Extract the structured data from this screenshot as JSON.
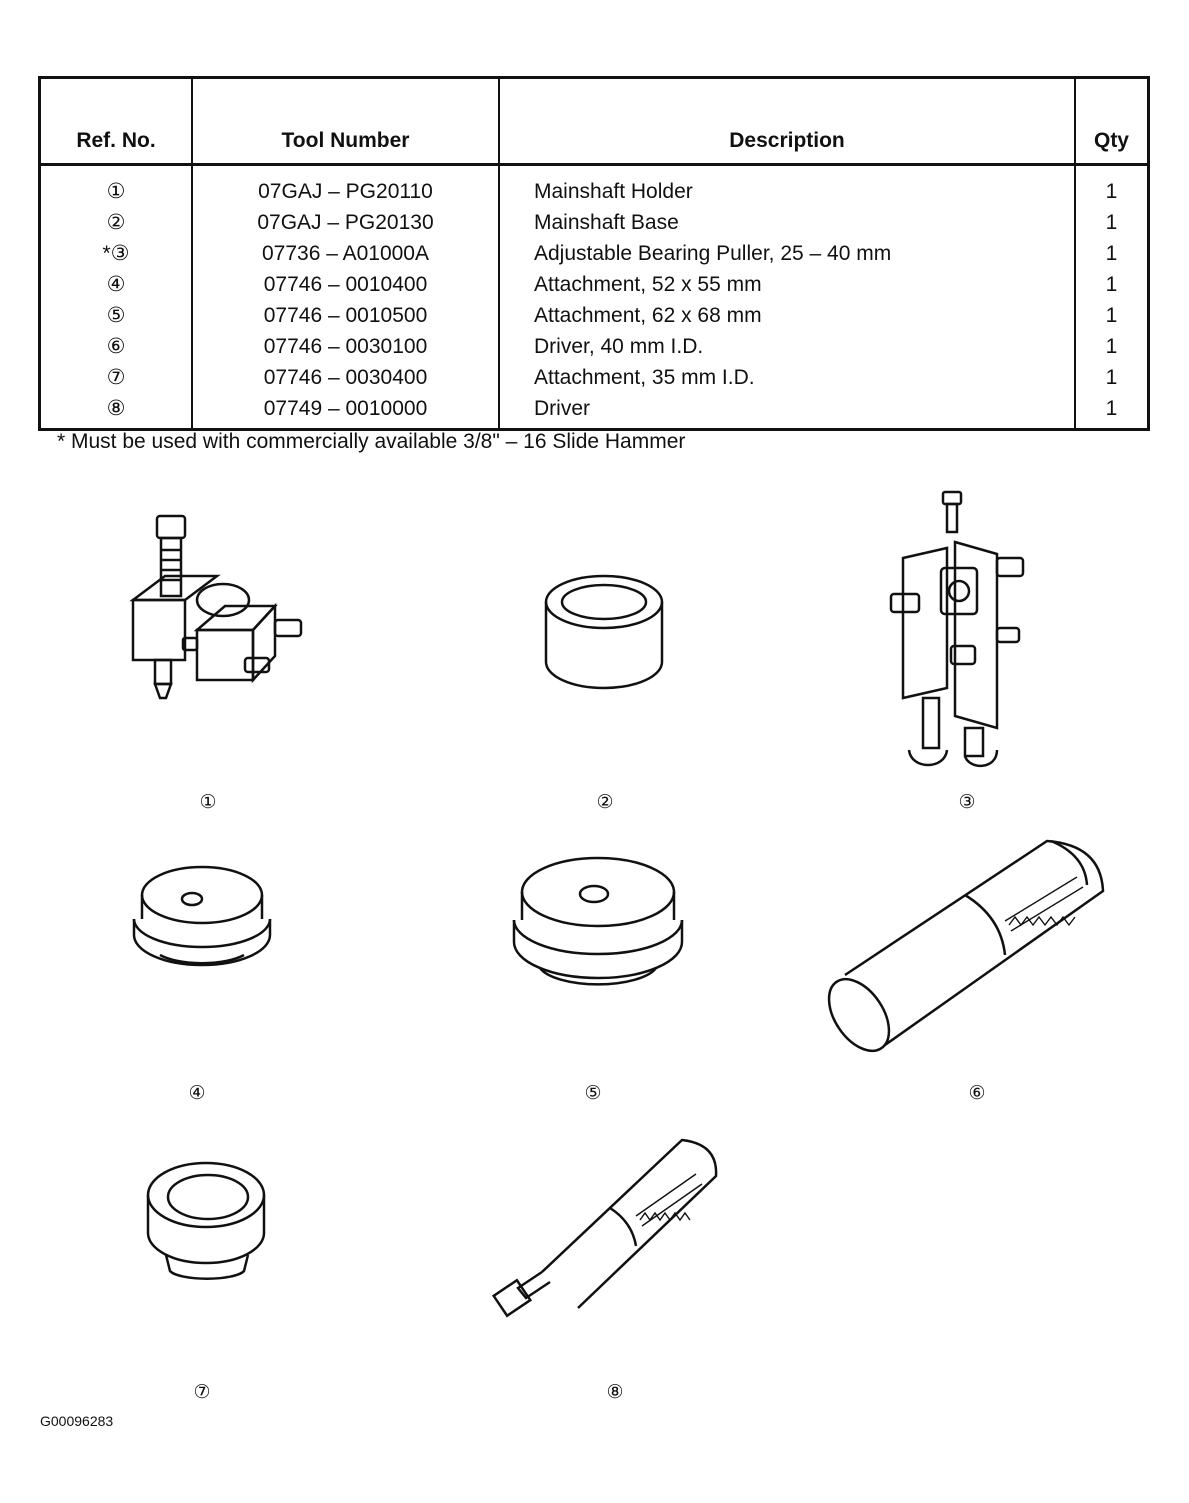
{
  "table": {
    "headers": {
      "ref": "Ref. No.",
      "tool": "Tool Number",
      "desc": "Description",
      "qty": "Qty"
    },
    "rows": [
      {
        "ref": "①",
        "tool": "07GAJ – PG20110",
        "desc": "Mainshaft Holder",
        "qty": "1"
      },
      {
        "ref": "②",
        "tool": "07GAJ – PG20130",
        "desc": "Mainshaft Base",
        "qty": "1"
      },
      {
        "ref": "*③",
        "tool": "07736 – A01000A",
        "desc": "Adjustable Bearing Puller, 25 – 40 mm",
        "qty": "1"
      },
      {
        "ref": "④",
        "tool": "07746 – 0010400",
        "desc": "Attachment, 52 x 55 mm",
        "qty": "1"
      },
      {
        "ref": "⑤",
        "tool": "07746 – 0010500",
        "desc": "Attachment, 62 x 68 mm",
        "qty": "1"
      },
      {
        "ref": "⑥",
        "tool": "07746 – 0030100",
        "desc": "Driver, 40 mm I.D.",
        "qty": "1"
      },
      {
        "ref": "⑦",
        "tool": "07746 – 0030400",
        "desc": "Attachment, 35 mm I.D.",
        "qty": "1"
      },
      {
        "ref": "⑧",
        "tool": "07749 – 0010000",
        "desc": "Driver",
        "qty": "1"
      }
    ]
  },
  "footnote": "* Must be used with commercially available 3/8\" – 16 Slide Hammer",
  "figures": {
    "labels": [
      "①",
      "②",
      "③",
      "④",
      "⑤",
      "⑥",
      "⑦",
      "⑧"
    ]
  },
  "document_code": "G00096283"
}
